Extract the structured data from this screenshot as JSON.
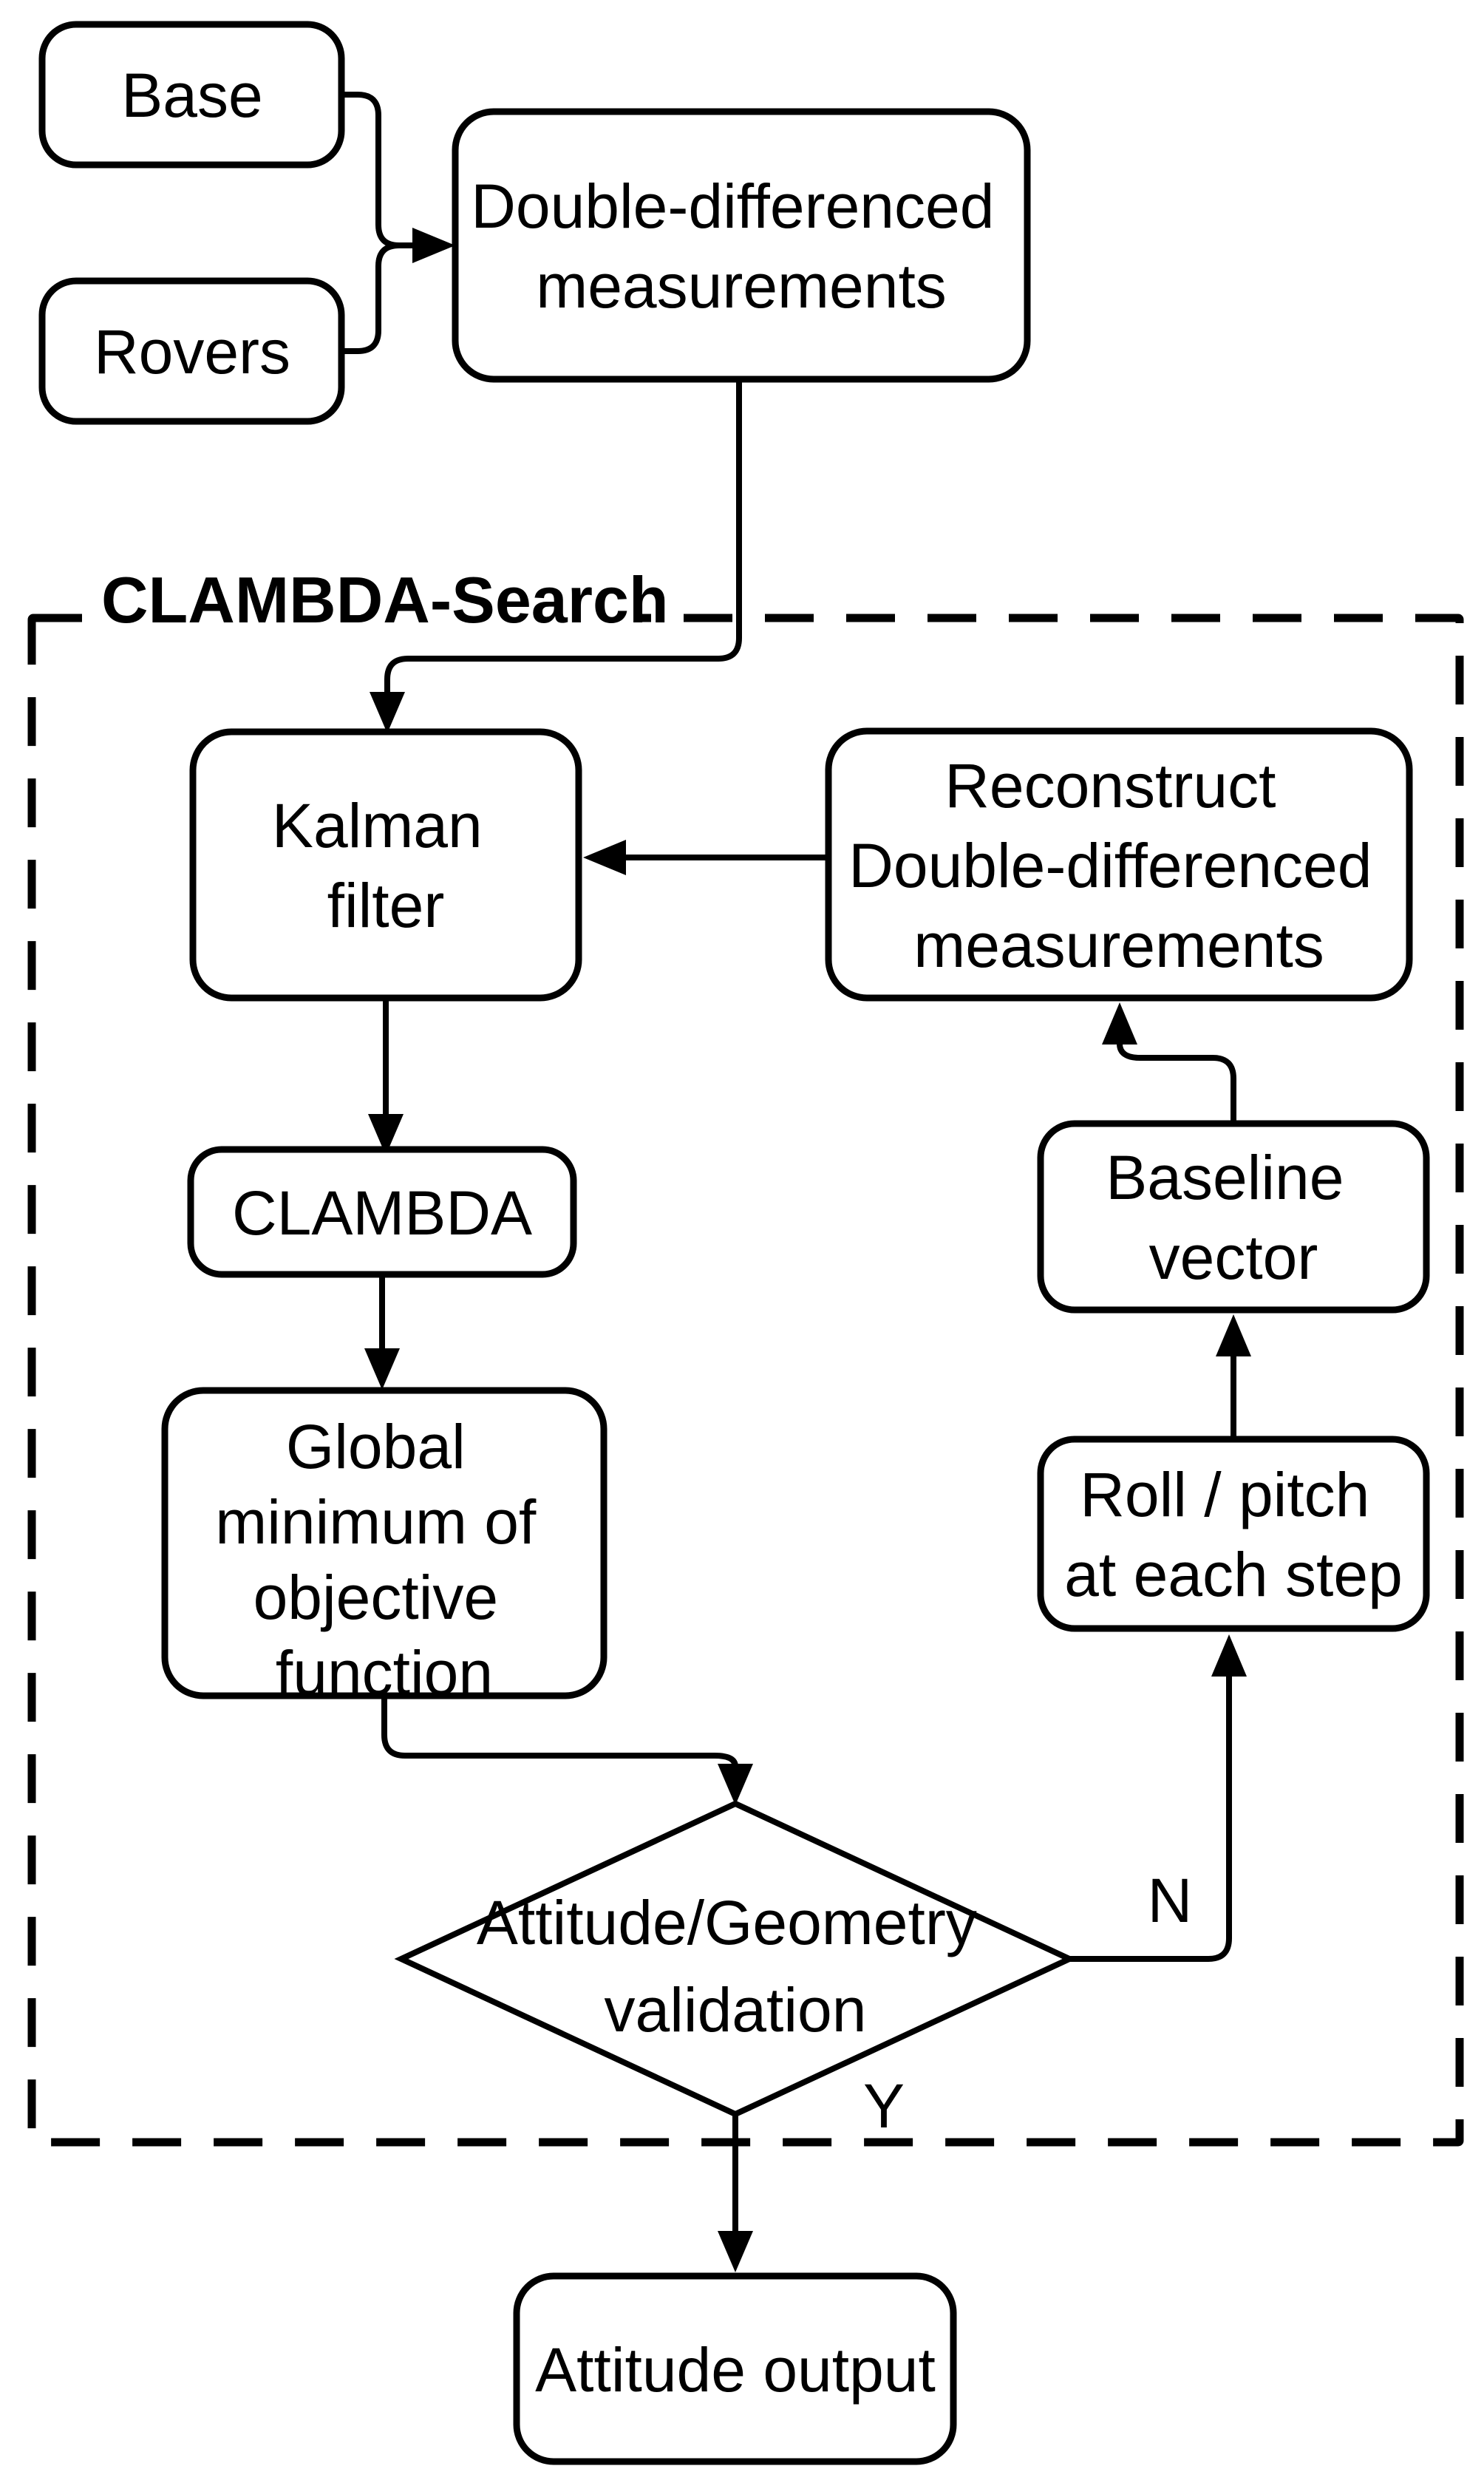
{
  "diagram": {
    "title": "CLAMBDA-Search",
    "colors": {
      "stroke": "#000000",
      "background": "#ffffff"
    },
    "branch_labels": {
      "no": "N",
      "yes": "Y"
    },
    "nodes": {
      "base": {
        "label": "Base"
      },
      "rovers": {
        "label": "Rovers"
      },
      "dd": {
        "line1": "Double-differenced",
        "line2": "measurements"
      },
      "kalman": {
        "line1": "Kalman",
        "line2": "filter"
      },
      "reconstruct": {
        "line1": "Reconstruct",
        "line2": "Double-differenced",
        "line3": "measurements"
      },
      "clambda": {
        "label": "CLAMBDA"
      },
      "global_min": {
        "line1": "Global",
        "line2": "minimum of",
        "line3": "objective",
        "line4": "function"
      },
      "baseline": {
        "line1": "Baseline",
        "line2": "vector"
      },
      "rollpitch": {
        "line1": "Roll / pitch",
        "line2": "at each step"
      },
      "decision": {
        "line1": "Attitude/Geometry",
        "line2": "validation"
      },
      "attitude_out": {
        "label": "Attitude output"
      }
    },
    "edges": [
      {
        "from": "Base",
        "to": "Double-differenced measurements",
        "label": ""
      },
      {
        "from": "Rovers",
        "to": "Double-differenced measurements",
        "label": ""
      },
      {
        "from": "Double-differenced measurements",
        "to": "Kalman filter",
        "label": ""
      },
      {
        "from": "Reconstruct Double-differenced measurements",
        "to": "Kalman filter",
        "label": ""
      },
      {
        "from": "Kalman filter",
        "to": "CLAMBDA",
        "label": ""
      },
      {
        "from": "CLAMBDA",
        "to": "Global minimum of objective function",
        "label": ""
      },
      {
        "from": "Global minimum of objective function",
        "to": "Attitude/Geometry validation",
        "label": ""
      },
      {
        "from": "Attitude/Geometry validation",
        "to": "Roll / pitch at each step",
        "label": "N"
      },
      {
        "from": "Roll / pitch at each step",
        "to": "Baseline vector",
        "label": ""
      },
      {
        "from": "Baseline vector",
        "to": "Reconstruct Double-differenced measurements",
        "label": ""
      },
      {
        "from": "Attitude/Geometry validation",
        "to": "Attitude output",
        "label": "Y"
      }
    ]
  }
}
